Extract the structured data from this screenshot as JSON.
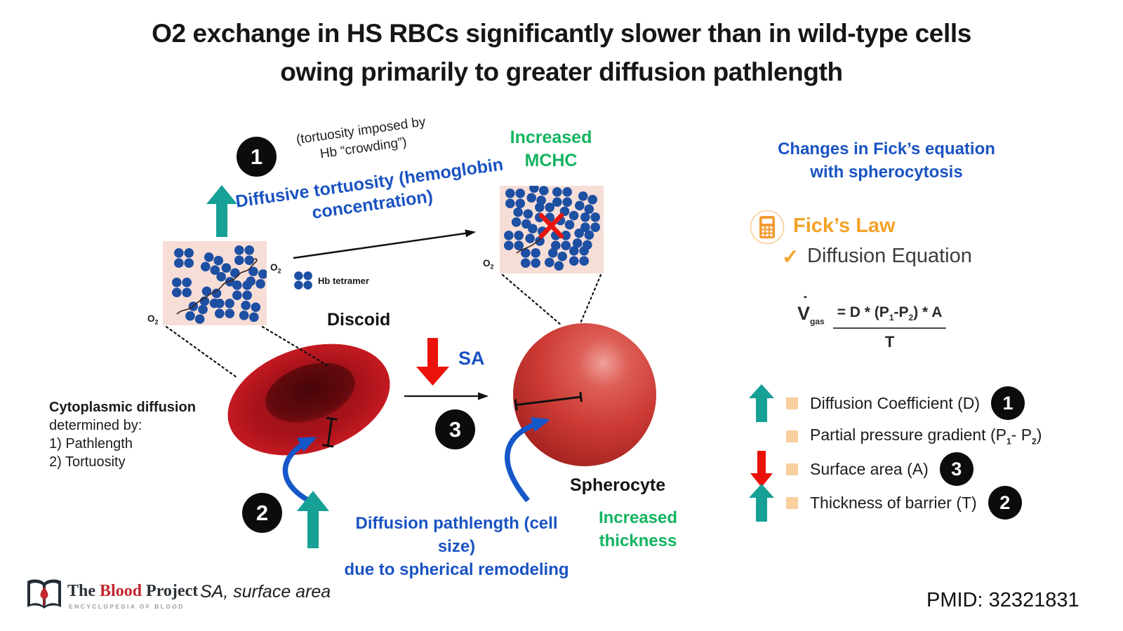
{
  "title": {
    "line1": "O2 exchange in HS RBCs significantly slower than in wild-type cells",
    "line2": "owing primarily to greater diffusion pathlength"
  },
  "badges": {
    "one": "1",
    "two": "2",
    "three": "3"
  },
  "left_diagram": {
    "tortuosity_note_l1": "(tortuosity imposed by",
    "tortuosity_note_l2": "Hb “crowding”)",
    "diffusive_tortuosity_l1": "Diffusive tortuosity (hemoglobin",
    "diffusive_tortuosity_l2": "concentration)",
    "o2": "O",
    "o2_sub": "2",
    "hb_tetramer": "Hb tetramer",
    "discoid": "Discoid",
    "spherocyte": "Spherocyte",
    "increased_mchc_l1": "Increased",
    "increased_mchc_l2": "MCHC",
    "sa": "SA",
    "pathlength_l1": "Diffusion pathlength (cell size)",
    "pathlength_l2": "due to spherical remodeling",
    "increased_thickness_l1": "Increased",
    "increased_thickness_l2": "thickness",
    "cytoplasmic_title": "Cytoplasmic diffusion",
    "cytoplasmic_l2": "determined by:",
    "cytoplasmic_l3": "1) Pathlength",
    "cytoplasmic_l4": "2) Tortuosity"
  },
  "fick_panel": {
    "heading_l1": "Changes in Fick’s equation",
    "heading_l2": "with spherocytosis",
    "ficks_law": "Fick’s Law",
    "check": "✓",
    "diffusion_equation": "Diffusion Equation",
    "equation": {
      "v": "V",
      "vdot": "˙",
      "vsub": "gas",
      "num_a": "= D * (P",
      "sub1": "1",
      "num_b": "-P",
      "sub2": "2",
      "num_c": ") * A",
      "den": "T"
    },
    "rows": [
      {
        "label": "Diffusion Coefficient (D)",
        "badge": "1",
        "arrow": "up"
      },
      {
        "pre": "Partial pressure gradient (P",
        "s1": "1",
        "mid": "- P",
        "s2": "2",
        "post": ")",
        "arrow": "none"
      },
      {
        "label": "Surface area (A)",
        "badge": "3",
        "arrow": "down"
      },
      {
        "label": "Thickness of barrier (T)",
        "badge": "2",
        "arrow": "up"
      }
    ]
  },
  "footer": {
    "logo_the": "The ",
    "logo_blood": "Blood",
    "logo_project": " Project",
    "logo_sub": "ENCYCLOPEDIA OF BLOOD",
    "sa_note": "SA, surface area",
    "pmid": "PMID: 32321831"
  },
  "colors": {
    "blue": "#1a53c1",
    "teal": "#17a096",
    "green": "#13b460",
    "red": "#ea120b",
    "orange": "#f5a228",
    "light_orange": "#f8cf9d",
    "badge_black": "#0c0c0c",
    "box_pink": "#f6ded7",
    "tetramer_blue": "#1d4fa3",
    "cell_red": "#c41b22",
    "logo_red": "#c1272d"
  }
}
